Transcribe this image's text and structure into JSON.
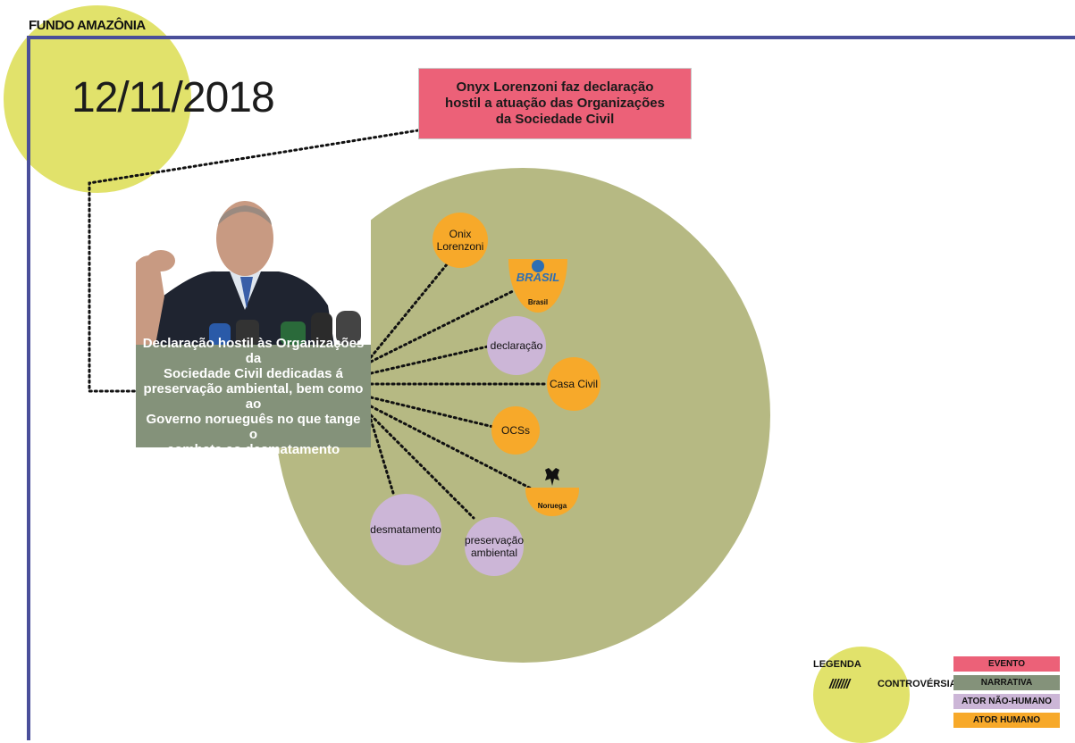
{
  "brand": "FUNDO AMAZÔNIA",
  "date": "12/11/2018",
  "event": "Onyx Lorenzoni faz declaração\nhostil a atuação das Organizações\nda Sociedade Civil",
  "narrative": "Declaração hostil às Organizações da\nSociedade Civil dedicadas á\npreservação ambiental, bem como ao\nGoverno norueguês no que tange o\ncombate ao desmatamento",
  "actors": {
    "onix": "Onix\nLorenzoni",
    "brasil": "Brasil",
    "brasil_logo": "BRASIL",
    "declaracao": "declaração",
    "casa_civil": "Casa Civil",
    "ocss": "OCSs",
    "noruega": "Noruega",
    "desmatamento": "desmatamento",
    "preservacao": "preservação\nambiental"
  },
  "legend": {
    "title": "LEGENDA",
    "hatch": "///////",
    "controversy": "CONTROVÉRSIA",
    "evento": "EVENTO",
    "narrativa": "NARRATIVA",
    "ator_nao_humano": "ATOR NÃO-HUMANO",
    "ator_humano": "ATOR HUMANO"
  },
  "colors": {
    "evento": "#ec6178",
    "narrativa": "#84927a",
    "ator_nao_humano": "#ccb6d7",
    "ator_humano": "#f7a92a",
    "controversia": "#e1e26b",
    "frame": "#4a4f9a"
  }
}
